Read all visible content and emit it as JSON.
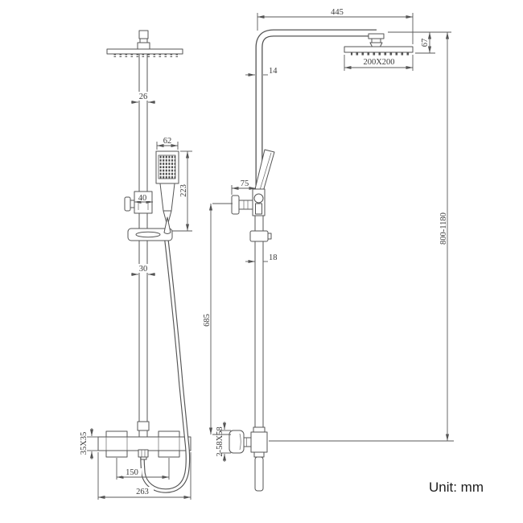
{
  "unit_label": "Unit: mm",
  "dims": {
    "upper_pole_width": "26",
    "hand_shower_width": "62",
    "hand_shower_length": "223",
    "slider_bracket_width": "40",
    "lower_pole_width": "30",
    "mixer_body_section": "35X35",
    "handle_spacing": "150",
    "mixer_body_length": "263",
    "arm_reach": "445",
    "head_drop": "67",
    "head_size": "200X200",
    "upper_pipe_width": "14",
    "diverter_knob_reach": "75",
    "lower_pipe_width": "18",
    "holder_to_valve_height": "685",
    "overall_height_range": "800-1180",
    "knob_size": "2-58X58"
  }
}
